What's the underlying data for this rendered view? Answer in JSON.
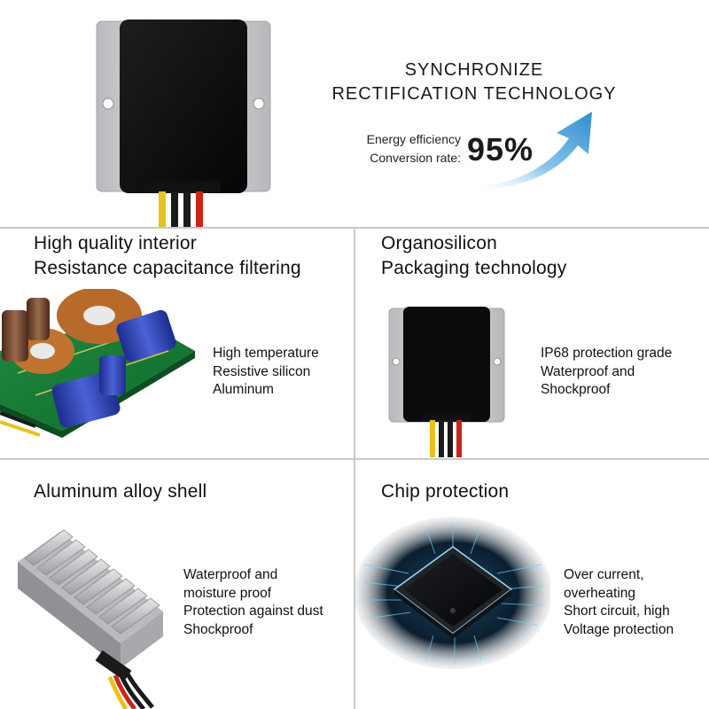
{
  "top": {
    "title_line1": "SYNCHRONIZE",
    "title_line2": "RECTIFICATION TECHNOLOGY",
    "efficiency_label1": "Energy efficiency",
    "efficiency_label2": "Conversion rate:",
    "efficiency_value": "95%"
  },
  "panels": [
    {
      "heading_line1": "High quality interior",
      "heading_line2": "Resistance capacitance filtering",
      "lines": [
        "High temperature",
        "Resistive silicon",
        "Aluminum"
      ],
      "image_icon": "pcb-board-icon"
    },
    {
      "heading_line1": "Organosilicon",
      "heading_line2": "Packaging technology",
      "lines": [
        "IP68 protection grade",
        "Waterproof and",
        "Shockproof"
      ],
      "image_icon": "potted-module-icon"
    },
    {
      "heading_line1": "Aluminum alloy shell",
      "lines": [
        "Waterproof and",
        "moisture proof",
        "Protection against dust",
        "Shockproof"
      ],
      "image_icon": "heatsink-case-icon"
    },
    {
      "heading_line1": "Chip protection",
      "lines": [
        "Over current,",
        "overheating",
        "Short circuit, high",
        "Voltage protection"
      ],
      "image_icon": "chip-icon"
    }
  ],
  "colors": {
    "accent_arrow": "#2f8fd0",
    "wire_yellow": "#e8c21e",
    "wire_red": "#c8251c",
    "wire_black": "#1a1a1a",
    "module_black": "#0d0d0d",
    "aluminum": "#c7c9cb"
  }
}
